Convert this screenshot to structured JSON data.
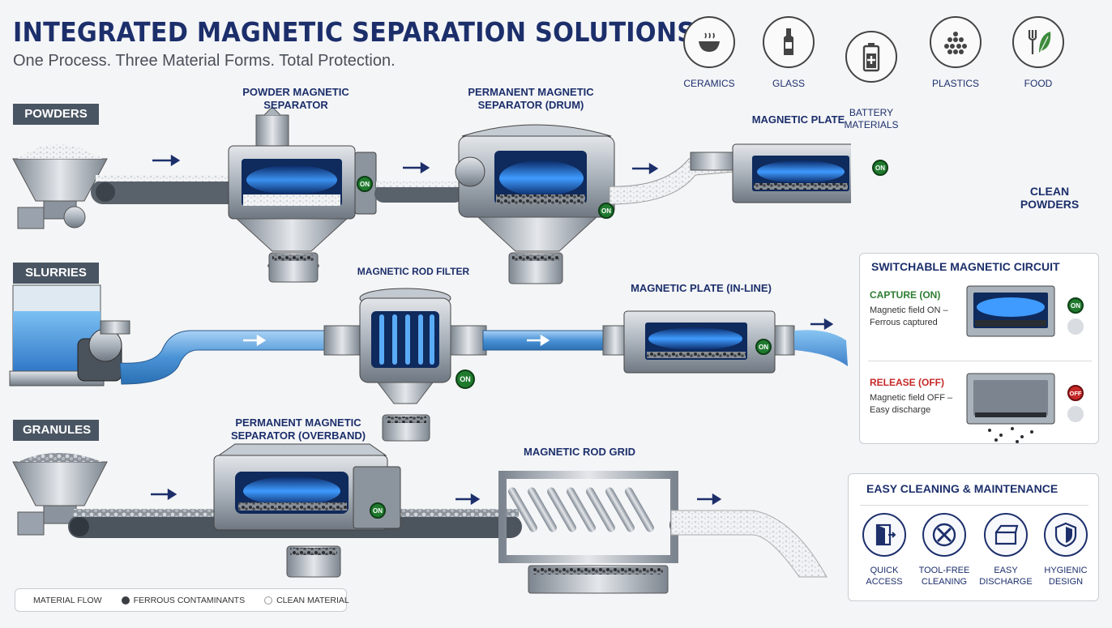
{
  "header": {
    "title": "INTEGRATED MAGNETIC SEPARATION SOLUTIONS",
    "subtitle": "One Process. Three Material Forms. Total Protection."
  },
  "industries": [
    {
      "label": "CERAMICS",
      "icon": "bowl-icon"
    },
    {
      "label": "GLASS",
      "icon": "bottle-icon"
    },
    {
      "label": "BATTERY\nMATERIALS",
      "icon": "battery-icon"
    },
    {
      "label": "PLASTICS",
      "icon": "pellets-icon"
    },
    {
      "label": "FOOD",
      "icon": "fork-leaf-icon"
    }
  ],
  "rows": {
    "powders": {
      "tag": "POWDERS",
      "machines": [
        "POWDER MAGNETIC\nSEPARATOR",
        "PERMANENT MAGNETIC\nSEPARATOR (DRUM)",
        "MAGNETIC PLATE"
      ],
      "output": "CLEAN\nPOWDERS"
    },
    "slurries": {
      "tag": "SLURRIES",
      "machines": [
        "MAGNETIC ROD FILTER",
        "MAGNETIC PLATE (IN-LINE)"
      ]
    },
    "granules": {
      "tag": "GRANULES",
      "machines": [
        "PERMANENT MAGNETIC\nSEPARATOR (OVERBAND)",
        "MAGNETIC ROD GRID"
      ]
    }
  },
  "switch_label_on": "ON",
  "switch_label_off": "OFF",
  "circuit_panel": {
    "title": "SWITCHABLE MAGNETIC CIRCUIT",
    "capture_title": "CAPTURE (ON)",
    "capture_desc": "Magnetic field ON –\nFerrous captured",
    "release_title": "RELEASE (OFF)",
    "release_desc": "Magnetic field OFF –\nEasy discharge"
  },
  "maintenance_panel": {
    "title": "EASY CLEANING & MAINTENANCE",
    "items": [
      {
        "label": "QUICK\nACCESS",
        "icon": "door-icon"
      },
      {
        "label": "TOOL-FREE\nCLEANING",
        "icon": "no-tools-icon"
      },
      {
        "label": "EASY\nDISCHARGE",
        "icon": "bin-icon"
      },
      {
        "label": "HYGIENIC\nDESIGN",
        "icon": "shield-check-icon"
      }
    ]
  },
  "legend": {
    "flow": "MATERIAL FLOW",
    "ferrous": "FERROUS CONTAMINANTS",
    "clean": "CLEAN MATERIAL"
  },
  "colors": {
    "navy": "#1c2f6b",
    "steel": "#9aa3ad",
    "magnet_blue": "#2f7de1",
    "on_green": "#1f7a2e",
    "off_red": "#c62828",
    "slurry_blue": "#4a93d6"
  }
}
